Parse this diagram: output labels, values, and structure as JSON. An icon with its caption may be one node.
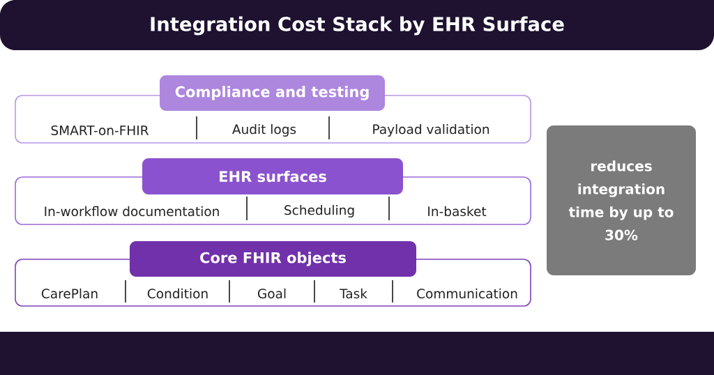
{
  "diagram": {
    "title": "Integration Cost Stack by EHR Surface",
    "nodes": [
      {
        "text": [
          "Compliance and testing"
        ]
      },
      {
        "text": [
          "SMART-on-FHIR",
          "Audit logs",
          "Payload validation"
        ]
      },
      {
        "text": [
          "EHR surfaces"
        ]
      },
      {
        "text": [
          "In-workflow documentation",
          "Scheduling",
          "In-basket"
        ]
      },
      {
        "text": [
          "Core FHIR objects"
        ]
      },
      {
        "text": [
          "CarePlan",
          "Condition",
          "Goal",
          "Task",
          "Communication"
        ]
      },
      {
        "text": [
          "reduces integration time by up to 30%"
        ]
      }
    ]
  }
}
